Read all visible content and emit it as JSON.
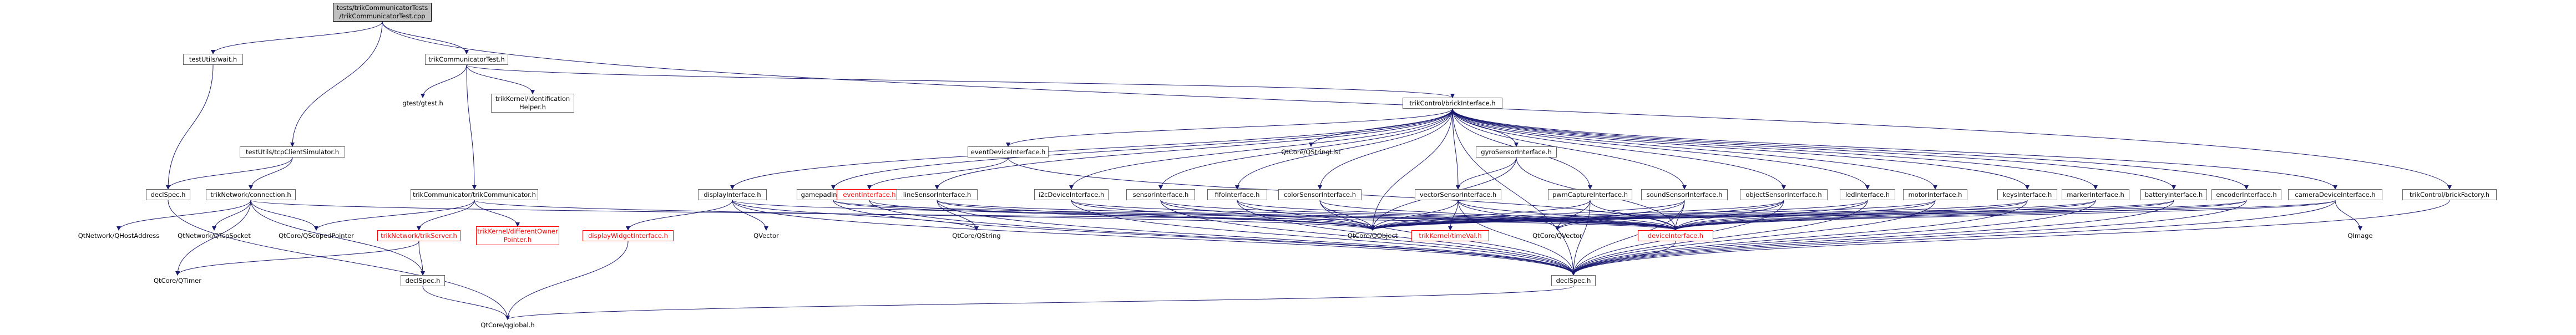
{
  "graph": {
    "title": "",
    "colors": {
      "edge": "#191970",
      "edge_from_root": "#191970",
      "node_border": "#666666",
      "root_fill": "#bfbfbf",
      "missing_border": "#ff0000"
    },
    "nodes": [
      {
        "id": "root",
        "lines": [
          "tests/trikCommunicatorTests",
          "/trikCommunicatorTest.cpp"
        ],
        "kind": "root"
      },
      {
        "id": "testUtils_wait",
        "lines": [
          "testUtils/wait.h"
        ],
        "kind": "normal"
      },
      {
        "id": "trikCommunicatorTest",
        "lines": [
          "trikCommunicatorTest.h"
        ],
        "kind": "normal"
      },
      {
        "id": "gtest",
        "lines": [
          "gtest/gtest.h"
        ],
        "kind": "bare"
      },
      {
        "id": "trikKernelIdent",
        "lines": [
          "trikKernel/identification",
          "Helper.h"
        ],
        "kind": "normal"
      },
      {
        "id": "testUtils_tcpClient",
        "lines": [
          "testUtils/tcpClientSimulator.h"
        ],
        "kind": "normal"
      },
      {
        "id": "declSpec_top",
        "lines": [
          "declSpec.h"
        ],
        "kind": "normal"
      },
      {
        "id": "trikNetwork_connection",
        "lines": [
          "trikNetwork/connection.h"
        ],
        "kind": "normal"
      },
      {
        "id": "qtnetwork_hostaddr",
        "lines": [
          "QtNetwork/QHostAddress"
        ],
        "kind": "bare"
      },
      {
        "id": "qtnetwork_tcpsocket",
        "lines": [
          "QtNetwork/QTcpSocket"
        ],
        "kind": "bare"
      },
      {
        "id": "qtcore_scopedptr",
        "lines": [
          "QtCore/QScopedPointer"
        ],
        "kind": "bare"
      },
      {
        "id": "qtcore_qtimer",
        "lines": [
          "QtCore/QTimer"
        ],
        "kind": "bare"
      },
      {
        "id": "trikCommunicator",
        "lines": [
          "trikCommunicator/trikCommunicator.h"
        ],
        "kind": "normal"
      },
      {
        "id": "trikNetwork_trikServer",
        "lines": [
          "trikNetwork/trikServer.h"
        ],
        "kind": "missing"
      },
      {
        "id": "trikKernel_ownerPtr",
        "lines": [
          "trikKernel/differentOwner",
          "Pointer.h"
        ],
        "kind": "missing"
      },
      {
        "id": "declSpec_mid",
        "lines": [
          "declSpec.h"
        ],
        "kind": "normal"
      },
      {
        "id": "qtcore_global",
        "lines": [
          "QtCore/qglobal.h"
        ],
        "kind": "bare"
      },
      {
        "id": "trikControl",
        "lines": [
          "trikControl/brickInterface.h"
        ],
        "kind": "normal"
      },
      {
        "id": "qtcore_stringlist",
        "lines": [
          "QtCore/QStringList"
        ],
        "kind": "bare"
      },
      {
        "id": "eventDevice",
        "lines": [
          "eventDeviceInterface.h"
        ],
        "kind": "normal"
      },
      {
        "id": "gyroSensor",
        "lines": [
          "gyroSensorInterface.h"
        ],
        "kind": "normal"
      },
      {
        "id": "displayIf",
        "lines": [
          "displayInterface.h"
        ],
        "kind": "normal"
      },
      {
        "id": "gamepadIf",
        "lines": [
          "gamepadInterface.h"
        ],
        "kind": "normal"
      },
      {
        "id": "eventIf",
        "lines": [
          "eventInterface.h"
        ],
        "kind": "missing"
      },
      {
        "id": "lineSensor",
        "lines": [
          "lineSensorInterface.h"
        ],
        "kind": "normal"
      },
      {
        "id": "i2cDevice",
        "lines": [
          "i2cDeviceInterface.h"
        ],
        "kind": "normal"
      },
      {
        "id": "sensorIf",
        "lines": [
          "sensorInterface.h"
        ],
        "kind": "normal"
      },
      {
        "id": "fifoIf",
        "lines": [
          "fifoInterface.h"
        ],
        "kind": "normal"
      },
      {
        "id": "colorSensor",
        "lines": [
          "colorSensorInterface.h"
        ],
        "kind": "normal"
      },
      {
        "id": "vectorSensor",
        "lines": [
          "vectorSensorInterface.h"
        ],
        "kind": "normal"
      },
      {
        "id": "pwmCapture",
        "lines": [
          "pwmCaptureInterface.h"
        ],
        "kind": "normal"
      },
      {
        "id": "soundSensor",
        "lines": [
          "soundSensorInterface.h"
        ],
        "kind": "normal"
      },
      {
        "id": "objectSensor",
        "lines": [
          "objectSensorInterface.h"
        ],
        "kind": "normal"
      },
      {
        "id": "ledIf",
        "lines": [
          "ledInterface.h"
        ],
        "kind": "normal"
      },
      {
        "id": "motorIf",
        "lines": [
          "motorInterface.h"
        ],
        "kind": "normal"
      },
      {
        "id": "keysIf",
        "lines": [
          "keysInterface.h"
        ],
        "kind": "normal"
      },
      {
        "id": "markerIf",
        "lines": [
          "markerInterface.h"
        ],
        "kind": "normal"
      },
      {
        "id": "batteryIf",
        "lines": [
          "batteryInterface.h"
        ],
        "kind": "normal"
      },
      {
        "id": "encoderIf",
        "lines": [
          "encoderInterface.h"
        ],
        "kind": "normal"
      },
      {
        "id": "cameraDevice",
        "lines": [
          "cameraDeviceInterface.h"
        ],
        "kind": "normal"
      },
      {
        "id": "brickFactory",
        "lines": [
          "trikControl/brickFactory.h"
        ],
        "kind": "normal"
      },
      {
        "id": "displayWidget",
        "lines": [
          "displayWidgetInterface.h"
        ],
        "kind": "missing"
      },
      {
        "id": "qvector",
        "lines": [
          "QVector"
        ],
        "kind": "bare"
      },
      {
        "id": "qtcore_qstring",
        "lines": [
          "QtCore/QString"
        ],
        "kind": "bare"
      },
      {
        "id": "qtcore_qobject",
        "lines": [
          "QtCore/QObject"
        ],
        "kind": "bare"
      },
      {
        "id": "trikKernel_timeVal",
        "lines": [
          "trikKernel/timeVal.h"
        ],
        "kind": "missing"
      },
      {
        "id": "qtcore_qvector",
        "lines": [
          "QtCore/QVector"
        ],
        "kind": "bare"
      },
      {
        "id": "deviceIf",
        "lines": [
          "deviceInterface.h"
        ],
        "kind": "missing"
      },
      {
        "id": "qimage",
        "lines": [
          "QImage"
        ],
        "kind": "bare"
      },
      {
        "id": "declSpec_bottom",
        "lines": [
          "declSpec.h"
        ],
        "kind": "normal"
      }
    ],
    "edges": [
      [
        "root",
        "testUtils_wait"
      ],
      [
        "root",
        "trikCommunicatorTest"
      ],
      [
        "root",
        "testUtils_tcpClient"
      ],
      [
        "root",
        "brickFactory"
      ],
      [
        "testUtils_wait",
        "declSpec_top"
      ],
      [
        "trikCommunicatorTest",
        "gtest"
      ],
      [
        "trikCommunicatorTest",
        "trikKernelIdent"
      ],
      [
        "trikCommunicatorTest",
        "trikControl"
      ],
      [
        "trikCommunicatorTest",
        "trikCommunicator"
      ],
      [
        "testUtils_tcpClient",
        "declSpec_top"
      ],
      [
        "testUtils_tcpClient",
        "trikNetwork_connection"
      ],
      [
        "declSpec_top",
        "qtcore_global"
      ],
      [
        "trikNetwork_connection",
        "qtnetwork_hostaddr"
      ],
      [
        "trikNetwork_connection",
        "qtnetwork_tcpsocket"
      ],
      [
        "trikNetwork_connection",
        "qtcore_scopedptr"
      ],
      [
        "trikNetwork_connection",
        "qtcore_qtimer"
      ],
      [
        "trikNetwork_connection",
        "declSpec_mid"
      ],
      [
        "trikNetwork_connection",
        "deviceIf"
      ],
      [
        "trikCommunicator",
        "qtcore_scopedptr"
      ],
      [
        "trikCommunicator",
        "trikNetwork_trikServer"
      ],
      [
        "trikCommunicator",
        "trikKernel_ownerPtr"
      ],
      [
        "trikCommunicator",
        "qtcore_qobject"
      ],
      [
        "trikNetwork_trikServer",
        "qtcore_qtimer"
      ],
      [
        "trikNetwork_trikServer",
        "declSpec_mid"
      ],
      [
        "declSpec_mid",
        "qtcore_global"
      ],
      [
        "trikControl",
        "qtcore_stringlist"
      ],
      [
        "trikControl",
        "eventDevice"
      ],
      [
        "trikControl",
        "gyroSensor"
      ],
      [
        "trikControl",
        "displayIf"
      ],
      [
        "trikControl",
        "gamepadIf"
      ],
      [
        "trikControl",
        "lineSensor"
      ],
      [
        "trikControl",
        "i2cDevice"
      ],
      [
        "trikControl",
        "sensorIf"
      ],
      [
        "trikControl",
        "fifoIf"
      ],
      [
        "trikControl",
        "colorSensor"
      ],
      [
        "trikControl",
        "vectorSensor"
      ],
      [
        "trikControl",
        "pwmCapture"
      ],
      [
        "trikControl",
        "soundSensor"
      ],
      [
        "trikControl",
        "objectSensor"
      ],
      [
        "trikControl",
        "ledIf"
      ],
      [
        "trikControl",
        "motorIf"
      ],
      [
        "trikControl",
        "keysIf"
      ],
      [
        "trikControl",
        "markerIf"
      ],
      [
        "trikControl",
        "batteryIf"
      ],
      [
        "trikControl",
        "encoderIf"
      ],
      [
        "trikControl",
        "cameraDevice"
      ],
      [
        "trikControl",
        "declSpec_bottom"
      ],
      [
        "trikControl",
        "qtcore_qobject"
      ],
      [
        "eventDevice",
        "eventIf"
      ],
      [
        "eventDevice",
        "deviceIf"
      ],
      [
        "eventIf",
        "qtcore_qobject"
      ],
      [
        "eventIf",
        "declSpec_bottom"
      ],
      [
        "gyroSensor",
        "vectorSensor"
      ],
      [
        "gyroSensor",
        "qtcore_qobject"
      ],
      [
        "gyroSensor",
        "deviceIf"
      ],
      [
        "displayIf",
        "displayWidget"
      ],
      [
        "displayIf",
        "qvector"
      ],
      [
        "displayIf",
        "qtcore_qstring"
      ],
      [
        "displayIf",
        "declSpec_bottom"
      ],
      [
        "displayIf",
        "deviceIf"
      ],
      [
        "displayWidget",
        "qtcore_global"
      ],
      [
        "gamepadIf",
        "qtcore_qobject"
      ],
      [
        "gamepadIf",
        "declSpec_bottom"
      ],
      [
        "gamepadIf",
        "deviceIf"
      ],
      [
        "lineSensor",
        "qtcore_qstring"
      ],
      [
        "lineSensor",
        "qtcore_qobject"
      ],
      [
        "lineSensor",
        "declSpec_bottom"
      ],
      [
        "lineSensor",
        "deviceIf"
      ],
      [
        "i2cDevice",
        "qtcore_qobject"
      ],
      [
        "i2cDevice",
        "declSpec_bottom"
      ],
      [
        "i2cDevice",
        "deviceIf"
      ],
      [
        "sensorIf",
        "qtcore_qobject"
      ],
      [
        "sensorIf",
        "declSpec_bottom"
      ],
      [
        "sensorIf",
        "deviceIf"
      ],
      [
        "fifoIf",
        "qtcore_qobject"
      ],
      [
        "fifoIf",
        "declSpec_bottom"
      ],
      [
        "fifoIf",
        "deviceIf"
      ],
      [
        "colorSensor",
        "qtcore_qobject"
      ],
      [
        "colorSensor",
        "declSpec_bottom"
      ],
      [
        "colorSensor",
        "deviceIf"
      ],
      [
        "vectorSensor",
        "qtcore_qobject"
      ],
      [
        "vectorSensor",
        "trikKernel_timeVal"
      ],
      [
        "vectorSensor",
        "qtcore_qvector"
      ],
      [
        "vectorSensor",
        "declSpec_bottom"
      ],
      [
        "vectorSensor",
        "deviceIf"
      ],
      [
        "pwmCapture",
        "qtcore_qobject"
      ],
      [
        "pwmCapture",
        "qtcore_qvector"
      ],
      [
        "pwmCapture",
        "declSpec_bottom"
      ],
      [
        "pwmCapture",
        "deviceIf"
      ],
      [
        "soundSensor",
        "qtcore_qobject"
      ],
      [
        "soundSensor",
        "qtcore_qvector"
      ],
      [
        "soundSensor",
        "declSpec_bottom"
      ],
      [
        "soundSensor",
        "deviceIf"
      ],
      [
        "objectSensor",
        "qtcore_qobject"
      ],
      [
        "objectSensor",
        "qtcore_qvector"
      ],
      [
        "objectSensor",
        "declSpec_bottom"
      ],
      [
        "objectSensor",
        "deviceIf"
      ],
      [
        "ledIf",
        "qtcore_qobject"
      ],
      [
        "ledIf",
        "declSpec_bottom"
      ],
      [
        "ledIf",
        "deviceIf"
      ],
      [
        "motorIf",
        "qtcore_qobject"
      ],
      [
        "motorIf",
        "declSpec_bottom"
      ],
      [
        "motorIf",
        "deviceIf"
      ],
      [
        "keysIf",
        "qtcore_qobject"
      ],
      [
        "keysIf",
        "declSpec_bottom"
      ],
      [
        "keysIf",
        "deviceIf"
      ],
      [
        "markerIf",
        "qtcore_qobject"
      ],
      [
        "markerIf",
        "declSpec_bottom"
      ],
      [
        "markerIf",
        "deviceIf"
      ],
      [
        "batteryIf",
        "qtcore_qobject"
      ],
      [
        "batteryIf",
        "declSpec_bottom"
      ],
      [
        "batteryIf",
        "deviceIf"
      ],
      [
        "encoderIf",
        "qtcore_qobject"
      ],
      [
        "encoderIf",
        "declSpec_bottom"
      ],
      [
        "encoderIf",
        "deviceIf"
      ],
      [
        "cameraDevice",
        "qimage"
      ],
      [
        "cameraDevice",
        "qtcore_qobject"
      ],
      [
        "cameraDevice",
        "declSpec_bottom"
      ],
      [
        "cameraDevice",
        "deviceIf"
      ],
      [
        "brickFactory",
        "declSpec_bottom"
      ],
      [
        "deviceIf",
        "declSpec_bottom"
      ],
      [
        "declSpec_bottom",
        "qtcore_global"
      ]
    ]
  }
}
